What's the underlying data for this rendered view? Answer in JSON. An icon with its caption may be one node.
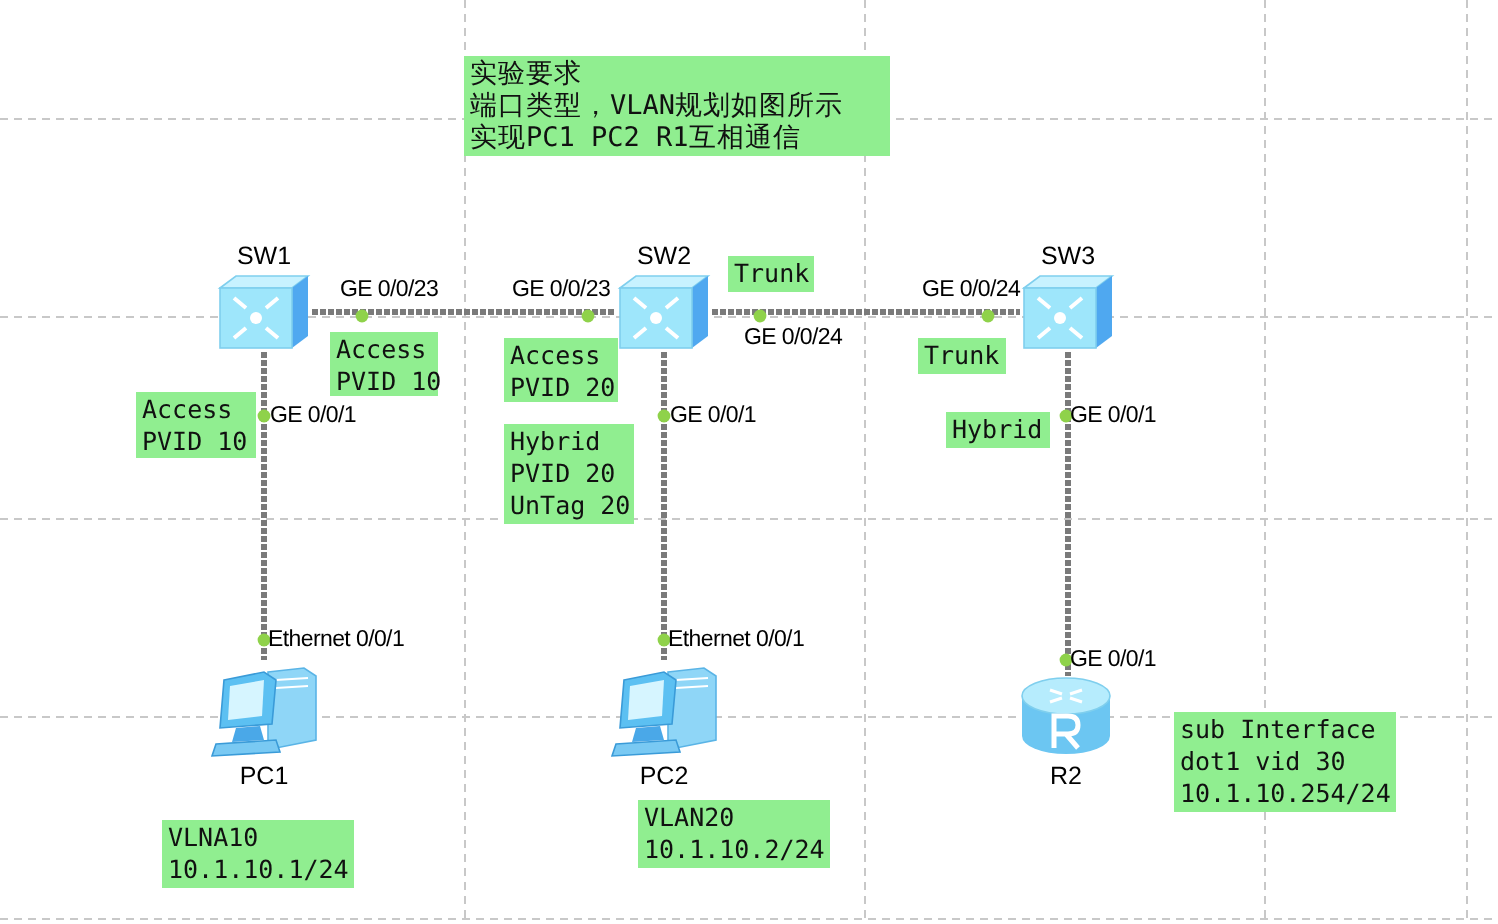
{
  "diagram": {
    "nodes": [
      {
        "text": [
          "实验要求",
          "端口类型，VLAN规划如图所示",
          "实现PC1 PC2 R1互相通信"
        ]
      },
      {
        "text": [
          "SW1"
        ]
      },
      {
        "text": [
          "SW2"
        ]
      },
      {
        "text": [
          "Trunk"
        ]
      },
      {
        "text": [
          "SW3"
        ]
      },
      {
        "text": [
          "Access",
          "PVID 10"
        ]
      },
      {
        "text": [
          "Access",
          "PVID 20"
        ]
      },
      {
        "text": [
          "Trunk"
        ]
      },
      {
        "text": [
          "Access",
          "PVID 10"
        ]
      },
      {
        "text": [
          "Hybrid",
          "PVID 20",
          "UnTag 20"
        ]
      },
      {
        "text": [
          "Hybrid"
        ]
      },
      {
        "text": [
          "PC1"
        ]
      },
      {
        "text": [
          "PC2"
        ]
      },
      {
        "text": [
          "R2"
        ]
      },
      {
        "text": [
          "sub Interface",
          "dot1 vid 30",
          "10.1.10.254/24"
        ]
      },
      {
        "text": [
          "VLNA10",
          "10.1.10.1/24"
        ]
      },
      {
        "text": [
          "VLAN20",
          "10.1.10.2/24"
        ]
      }
    ],
    "edges": [
      {
        "from": 1,
        "to": 2,
        "arrow": "none"
      },
      {
        "from": 2,
        "to": 4,
        "arrow": "none"
      },
      {
        "from": 1,
        "to": 11,
        "arrow": "none"
      },
      {
        "from": 2,
        "to": 12,
        "arrow": "none"
      },
      {
        "from": 4,
        "to": 13,
        "arrow": "none"
      }
    ],
    "labels": [
      "GE 0/0/23",
      "GE 0/0/23",
      "GE 0/0/24",
      "GE 0/0/24",
      "GE 0/0/1",
      "GE 0/0/1",
      "GE 0/0/1",
      "Ethernet 0/0/1",
      "Ethernet 0/0/1",
      "GE 0/0/1"
    ]
  }
}
